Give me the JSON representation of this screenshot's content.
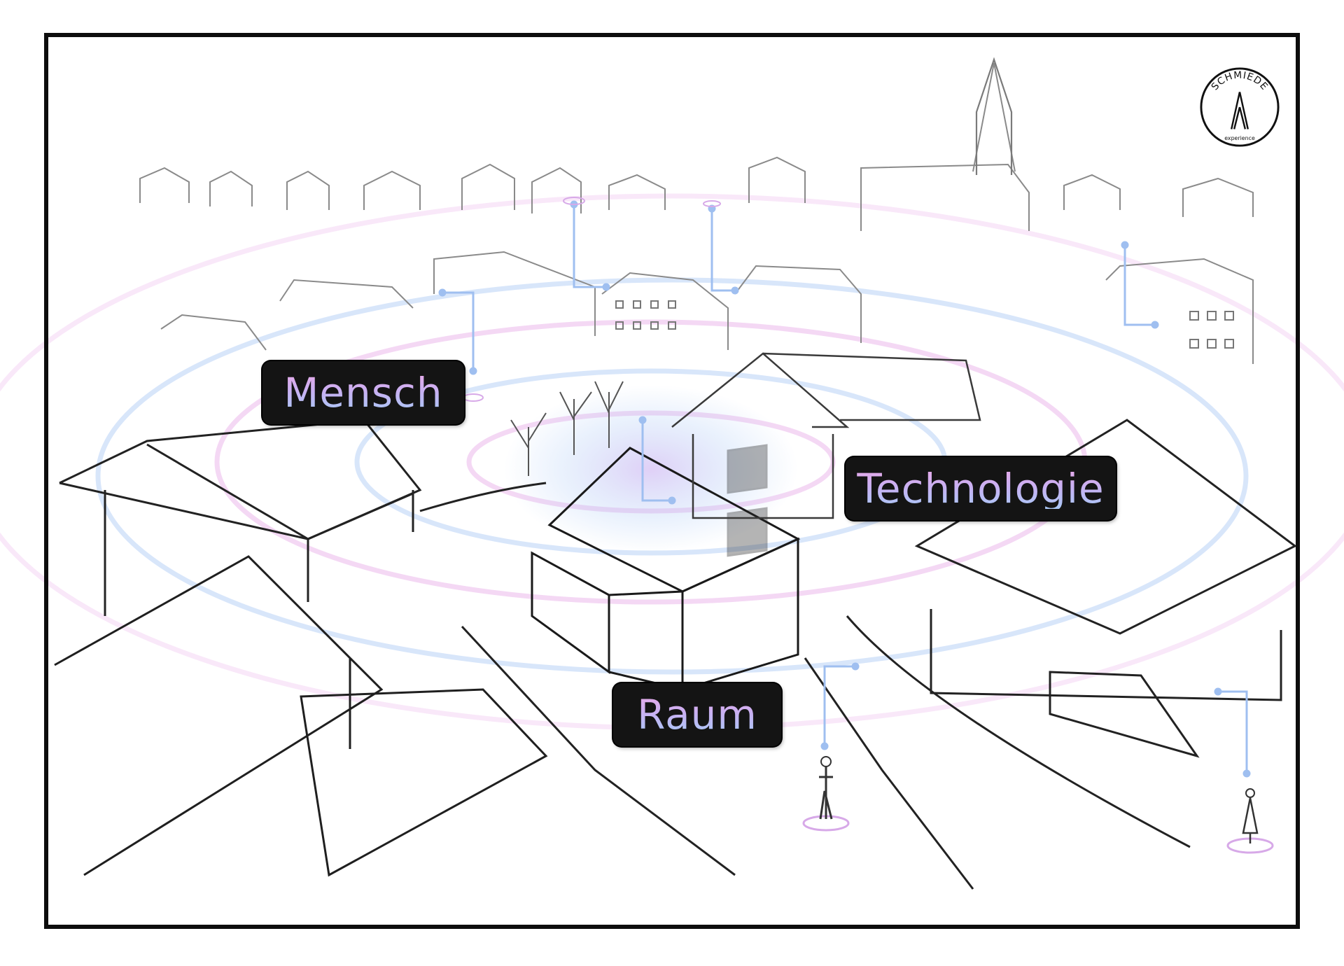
{
  "labels": {
    "mensch": "Mensch",
    "technologie": "Technologie",
    "raum": "Raum"
  },
  "logo": {
    "wordmark": "SCHMIEDE",
    "subtitle": "experience"
  },
  "colors": {
    "frame": "#0d0d0d",
    "sketch_line": "#3a3a3a",
    "label_bg": "#141414",
    "wave_pink": "#e7a9e8",
    "wave_blue": "#a9c8f6",
    "pin_line": "#9fbff0"
  }
}
